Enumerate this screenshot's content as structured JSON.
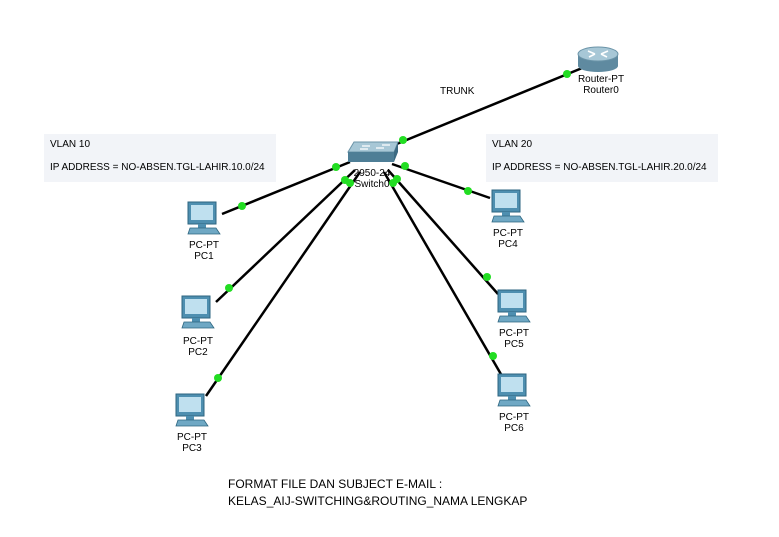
{
  "trunk_label": "TRUNK",
  "vlan10": {
    "title": "VLAN 10",
    "ip": "IP ADDRESS = NO-ABSEN.TGL-LAHIR.10.0/24"
  },
  "vlan20": {
    "title": "VLAN 20",
    "ip": "IP ADDRESS = NO-ABSEN.TGL-LAHIR.20.0/24"
  },
  "devices": {
    "router": {
      "model": "Router-PT",
      "name": "Router0"
    },
    "switch": {
      "model": "2950-24",
      "name": "Switch0"
    },
    "pc1": {
      "model": "PC-PT",
      "name": "PC1"
    },
    "pc2": {
      "model": "PC-PT",
      "name": "PC2"
    },
    "pc3": {
      "model": "PC-PT",
      "name": "PC3"
    },
    "pc4": {
      "model": "PC-PT",
      "name": "PC4"
    },
    "pc5": {
      "model": "PC-PT",
      "name": "PC5"
    },
    "pc6": {
      "model": "PC-PT",
      "name": "PC6"
    }
  },
  "footer": {
    "line1": "FORMAT FILE DAN SUBJECT E-MAIL :",
    "line2": "KELAS_AIJ-SWITCHING&ROUTING_NAMA LENGKAP"
  },
  "colors": {
    "link": "#000000",
    "port_up": "#22dd22",
    "note_bg": "#f2f4f8",
    "device": "#3a8fb0"
  }
}
